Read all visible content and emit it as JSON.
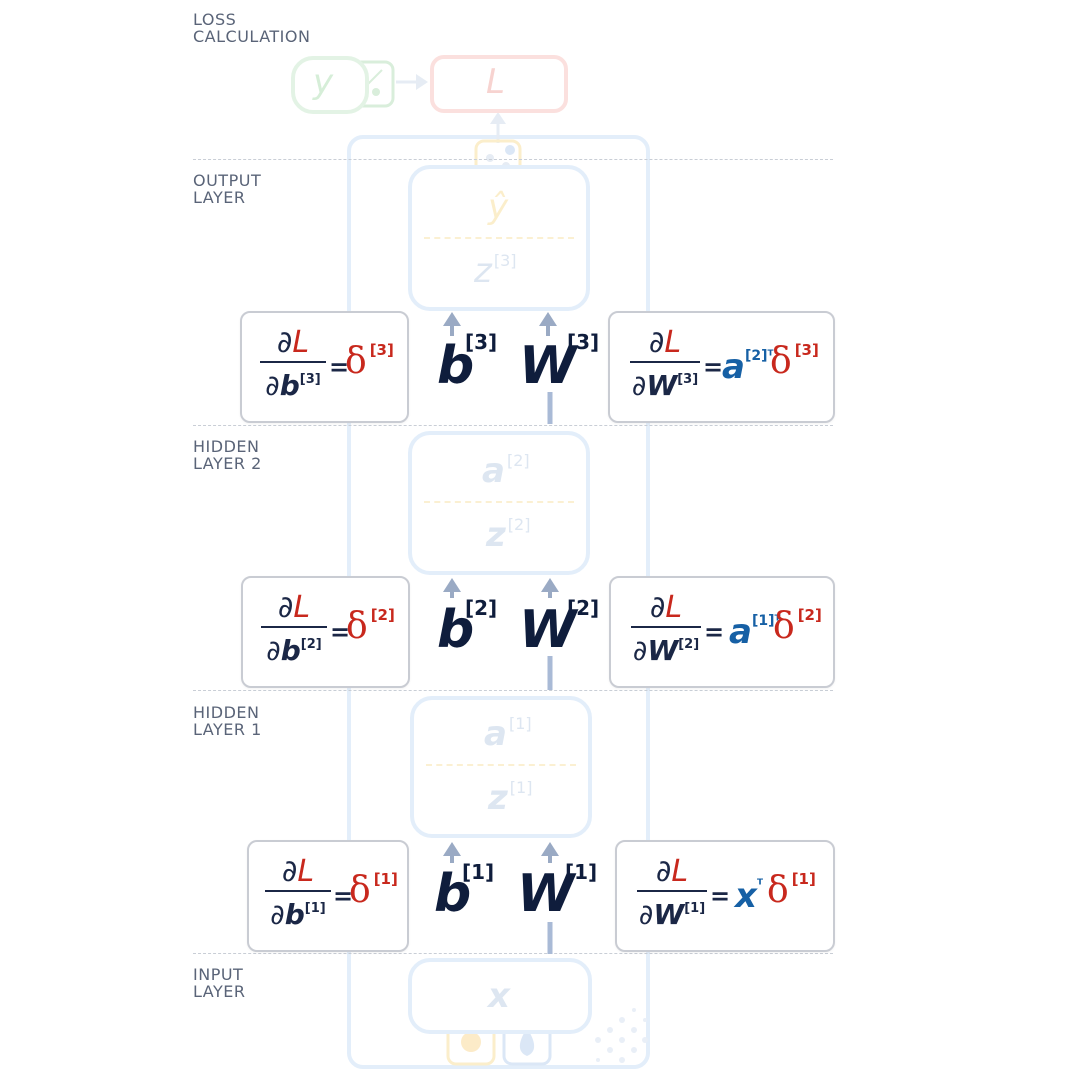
{
  "layers": [
    {
      "id": "loss",
      "line1": "LOSS",
      "line2": "CALCULATION"
    },
    {
      "id": "output",
      "line1": "OUTPUT",
      "line2": "LAYER"
    },
    {
      "id": "hidden2",
      "line1": "HIDDEN",
      "line2": "LAYER 2"
    },
    {
      "id": "hidden1",
      "line1": "HIDDEN",
      "line2": "LAYER 1"
    },
    {
      "id": "input",
      "line1": "INPUT",
      "line2": "LAYER"
    }
  ],
  "faded": {
    "y": "y",
    "L": "L",
    "y_hat": "ŷ",
    "z3": "z",
    "z3_sup": "[3]",
    "a2": "a",
    "a2_sup": "[2]",
    "z2": "z",
    "z2_sup": "[2]",
    "a1": "a",
    "a1_sup": "[1]",
    "z1": "z",
    "z1_sup": "[1]",
    "x": "x"
  },
  "rows": [
    {
      "id": "layer3",
      "b_label": "b",
      "w_label": "W",
      "sup": "[3]",
      "grad_b": {
        "num_d": "∂",
        "num_L": "L",
        "den_d": "∂",
        "den_v": "b",
        "den_sup": "[3]",
        "eq": "=",
        "delta": "δ",
        "delta_sup": "[3]"
      },
      "grad_w": {
        "num_d": "∂",
        "num_L": "L",
        "den_d": "∂",
        "den_v": "W",
        "den_sup": "[3]",
        "eq": "=",
        "term": "a",
        "term_sup": "[2]ᵀ",
        "delta": "δ",
        "delta_sup": "[3]"
      }
    },
    {
      "id": "layer2",
      "b_label": "b",
      "w_label": "W",
      "sup": "[2]",
      "grad_b": {
        "num_d": "∂",
        "num_L": "L",
        "den_d": "∂",
        "den_v": "b",
        "den_sup": "[2]",
        "eq": "=",
        "delta": "δ",
        "delta_sup": "[2]"
      },
      "grad_w": {
        "num_d": "∂",
        "num_L": "L",
        "den_d": "∂",
        "den_v": "W",
        "den_sup": "[2]",
        "eq": "=",
        "term": "a",
        "term_sup": "[1]ᵀ",
        "delta": "δ",
        "delta_sup": "[2]"
      }
    },
    {
      "id": "layer1",
      "b_label": "b",
      "w_label": "W",
      "sup": "[1]",
      "grad_b": {
        "num_d": "∂",
        "num_L": "L",
        "den_d": "∂",
        "den_v": "b",
        "den_sup": "[1]",
        "eq": "=",
        "delta": "δ",
        "delta_sup": "[1]"
      },
      "grad_w": {
        "num_d": "∂",
        "num_L": "L",
        "den_d": "∂",
        "den_v": "W",
        "den_sup": "[1]",
        "eq": "=",
        "term": "x",
        "term_sup": "ᵀ",
        "delta": "δ",
        "delta_sup": "[1]"
      }
    }
  ],
  "colors": {
    "navy": "#0f1d3c",
    "red": "#c8281d",
    "blue": "#1660a5",
    "arrow": "#9aaac4",
    "faded_frame": "#e3eefa"
  }
}
